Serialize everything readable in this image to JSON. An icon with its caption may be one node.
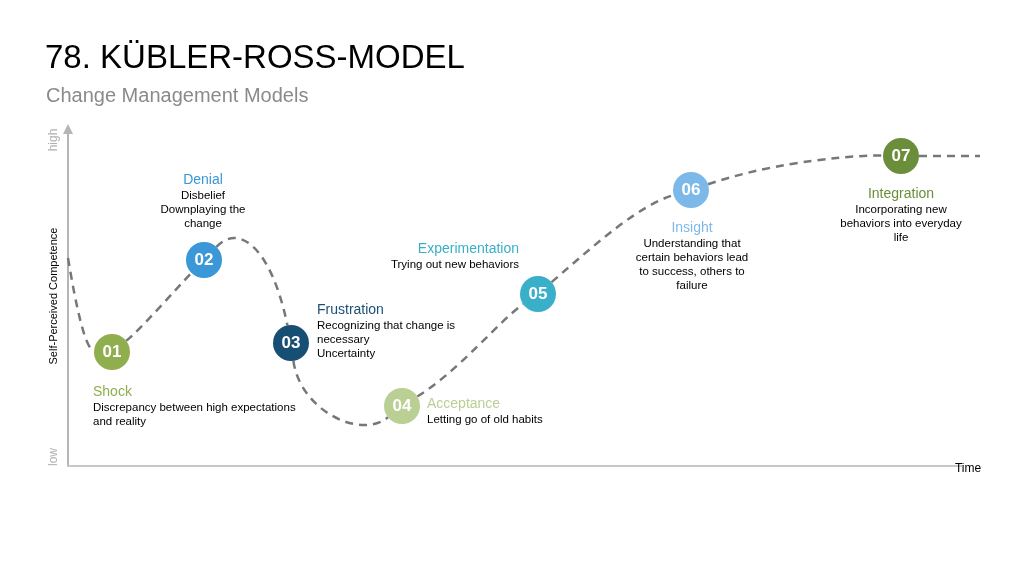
{
  "diagram": {
    "title": "78. KÜBLER-ROSS-MODEL",
    "caption": "Change Management Models",
    "nodes": [
      {
        "text": [
          "01"
        ],
        "beside": [
          "Shock",
          "Discrepancy between high expectations and reality"
        ]
      },
      {
        "text": [
          "02"
        ],
        "beside": [
          "Denial",
          "Disbelief",
          "Downplaying the change"
        ]
      },
      {
        "text": [
          "03"
        ],
        "beside": [
          "Frustration",
          "Recognizing that change is necessary",
          "Uncertainty"
        ]
      },
      {
        "text": [
          "04"
        ],
        "beside": [
          "Acceptance",
          "Letting go of old habits"
        ]
      },
      {
        "text": [
          "05"
        ],
        "beside": [
          "Experimentation",
          "Trying out new behaviors"
        ]
      },
      {
        "text": [
          "06"
        ],
        "beside": [
          "Insight",
          "Understanding that certain behaviors lead to success, others to failure"
        ]
      },
      {
        "text": [
          "07"
        ],
        "beside": [
          "Integration",
          "Incorporating new behaviors into everyday life"
        ]
      }
    ],
    "edges": [
      {
        "from": null,
        "to": 0,
        "arrow": "none",
        "style": "dashed"
      },
      {
        "from": 0,
        "to": 1,
        "arrow": "none",
        "style": "dashed"
      },
      {
        "from": 1,
        "to": 2,
        "arrow": "none",
        "style": "dashed"
      },
      {
        "from": 2,
        "to": 3,
        "arrow": "none",
        "style": "dashed"
      },
      {
        "from": 3,
        "to": 4,
        "arrow": "none",
        "style": "dashed"
      },
      {
        "from": 4,
        "to": 5,
        "arrow": "none",
        "style": "dashed"
      },
      {
        "from": 5,
        "to": 6,
        "arrow": "none",
        "style": "dashed"
      },
      {
        "from": 6,
        "to": null,
        "arrow": "none",
        "style": "dashed"
      }
    ],
    "labels": [
      "high",
      "Self-Perceived Competence",
      "low",
      "Time"
    ]
  }
}
